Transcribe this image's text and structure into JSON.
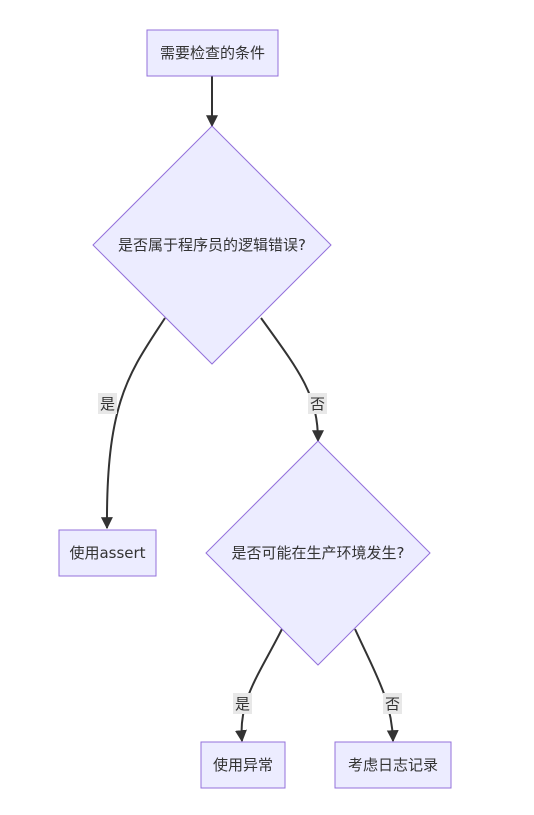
{
  "nodes": {
    "start": "需要检查的条件",
    "decision1": "是否属于程序员的逻辑错误?",
    "assert": "使用assert",
    "decision2": "是否可能在生产环境发生?",
    "exception": "使用异常",
    "logging": "考虑日志记录"
  },
  "edges": {
    "d1_yes": "是",
    "d1_no": "否",
    "d2_yes": "是",
    "d2_no": "否"
  },
  "colors": {
    "node_fill": "#ececff",
    "node_stroke": "#9370db",
    "edge": "#333333",
    "edge_label_bg": "#e8e8e8"
  }
}
